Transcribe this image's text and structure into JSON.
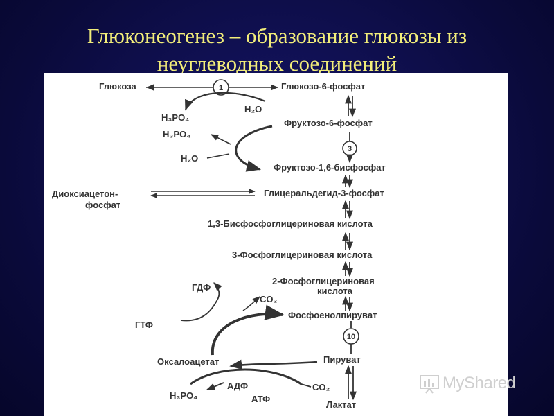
{
  "slide": {
    "title_line1": "Глюконеогенез – образование глюкозы из",
    "title_line2": "неуглеводных соединений"
  },
  "diagram": {
    "metabolites": {
      "glucose": "Глюкоза",
      "g6p": "Глюкозо-6-фосфат",
      "f6p": "Фруктозо-6-фосфат",
      "f16bp": "Фруктозо-1,6-бисфосфат",
      "dhap_1": "Диоксиацетон-",
      "dhap_2": "фосфат",
      "g3p": "Глицеральдегид-3-фосфат",
      "bpg13": "1,3-Бисфосфоглицериновая  кислота",
      "pg3": "3-Фосфоглицериновая кислота",
      "pg2_1": "2-Фосфоглицериновая",
      "pg2_2": "кислота",
      "pep": "Фосфоенолпируват",
      "pyruvate": "Пируват",
      "lactate": "Лактат",
      "oxaloacetate": "Оксалоацетат"
    },
    "cofactors": {
      "h3po4_1": "H₃PO₄",
      "h2o_1": "H₂O",
      "h3po4_2": "H₃PO₄",
      "h2o_2": "H₂O",
      "gdp": "ГДФ",
      "co2_1": "CO₂",
      "gtp": "ГТФ",
      "adp": "АДФ",
      "co2_2": "CO₂",
      "h3po4_3": "H₃PO₄",
      "atp": "АТФ"
    },
    "enzymes": {
      "e1": "1",
      "e3": "3",
      "e10": "10"
    }
  },
  "watermark": {
    "text": "MyShared",
    "icon": "myshared-logo-icon"
  }
}
